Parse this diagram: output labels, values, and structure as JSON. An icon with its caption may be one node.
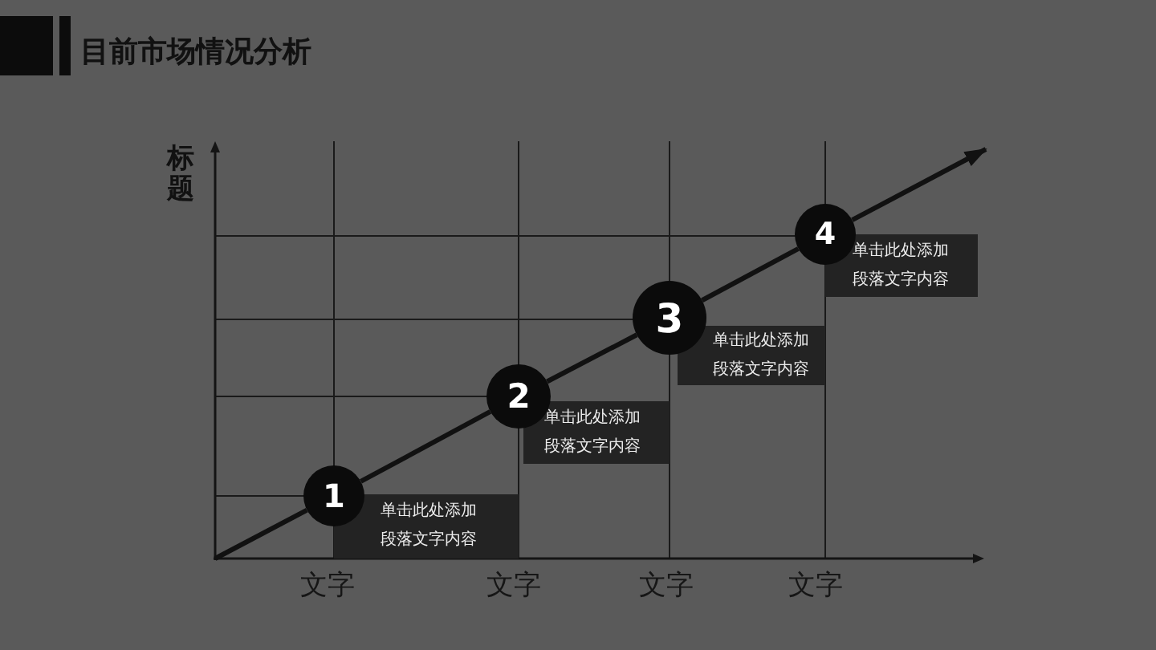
{
  "diagram": {
    "title": "目前市场情况分析",
    "nodes": [
      {
        "text": [
          "1"
        ]
      },
      {
        "text": [
          "单击此处添加段落文字内容"
        ]
      },
      {
        "text": [
          "2"
        ]
      },
      {
        "text": [
          "单击此处添加段落文字内容"
        ]
      },
      {
        "text": [
          "3"
        ]
      },
      {
        "text": [
          "单击此处添加段落文字内容"
        ]
      },
      {
        "text": [
          "4"
        ]
      },
      {
        "text": [
          "单击此处添加段落文字内容"
        ]
      }
    ],
    "edges": [
      {
        "from": null,
        "to": 0,
        "arrow": "none"
      },
      {
        "from": 0,
        "to": 2,
        "arrow": "none"
      },
      {
        "from": 2,
        "to": 4,
        "arrow": "none"
      },
      {
        "from": 4,
        "to": 6,
        "arrow": "none"
      },
      {
        "from": 6,
        "to": null,
        "arrow": "to"
      }
    ],
    "labels": [
      "标题",
      "文字",
      "文字",
      "文字",
      "文字"
    ]
  }
}
